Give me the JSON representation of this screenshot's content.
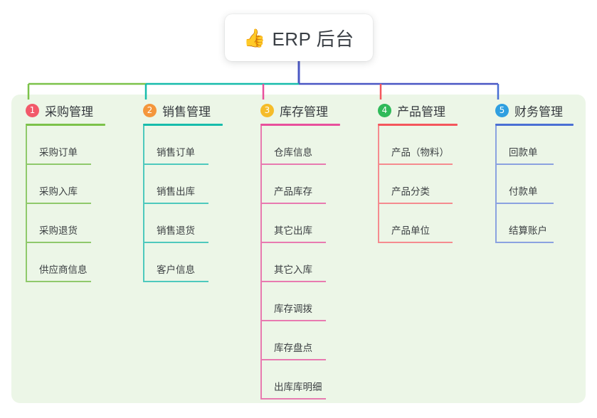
{
  "root": {
    "icon": "thumbs-up-icon",
    "emoji": "👍",
    "title": "ERP 后台",
    "stem_color": "#4a57c4"
  },
  "panel": {
    "background": "#ecf6e7"
  },
  "bus": {
    "segments": [
      {
        "name": "bus-segment-green",
        "color": "#7cc24a"
      },
      {
        "name": "bus-segment-teal",
        "color": "#17bcab"
      },
      {
        "name": "bus-segment-indigo",
        "color": "#4a57c4"
      }
    ]
  },
  "columns": [
    {
      "number": "1",
      "title": "采购管理",
      "badge_color": "#f2596a",
      "rule_color": "#7cc24a",
      "line_color": "#8fc96b",
      "stub_color": "#7cc24a",
      "items": [
        "采购订单",
        "采购入库",
        "采购退货",
        "供应商信息"
      ]
    },
    {
      "number": "2",
      "title": "销售管理",
      "badge_color": "#f4963c",
      "rule_color": "#17bcab",
      "line_color": "#4ec9bd",
      "stub_color": "#17bcab",
      "items": [
        "销售订单",
        "销售出库",
        "销售退货",
        "客户信息"
      ]
    },
    {
      "number": "3",
      "title": "库存管理",
      "badge_color": "#f5bc2a",
      "rule_color": "#e8509c",
      "line_color": "#e87ab0",
      "stub_color": "#e8509c",
      "items": [
        "仓库信息",
        "产品库存",
        "其它出库",
        "其它入库",
        "库存调拨",
        "库存盘点",
        "出库库明细"
      ]
    },
    {
      "number": "4",
      "title": "产品管理",
      "badge_color": "#2fba5a",
      "rule_color": "#f4565c",
      "line_color": "#f58b8f",
      "stub_color": "#f4565c",
      "items": [
        "产品（物料）",
        "产品分类",
        "产品单位"
      ]
    },
    {
      "number": "5",
      "title": "财务管理",
      "badge_color": "#2f9fe0",
      "rule_color": "#4a6fd4",
      "line_color": "#8ba2e0",
      "stub_color": "#4a6fd4",
      "items": [
        "回款单",
        "付款单",
        "结算账户"
      ]
    }
  ]
}
